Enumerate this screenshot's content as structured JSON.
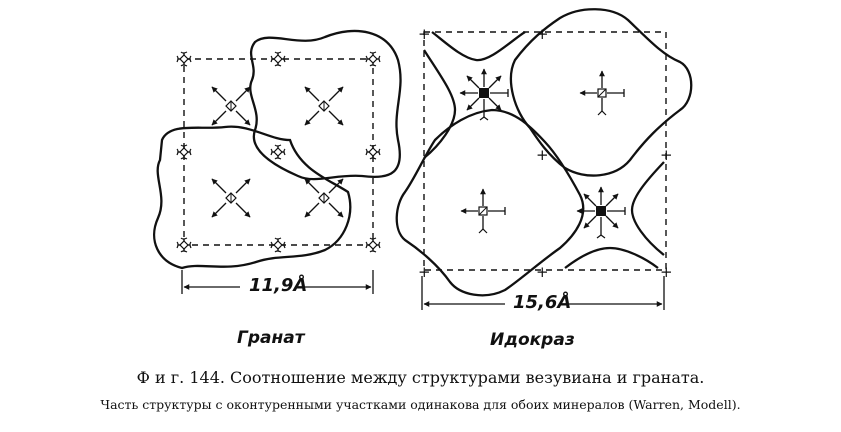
{
  "garnet": {
    "dimension": "11,9Å",
    "name": "Гранат"
  },
  "vesuvianite": {
    "dimension": "15,6Å",
    "name": "Идокраз"
  },
  "caption": {
    "title": "Ф и г. 144. Соотношение между структурами везувиана и граната.",
    "note": "Часть структуры с оконтуренными участками одинакова для обоих минералов (Warren, Modell)."
  }
}
